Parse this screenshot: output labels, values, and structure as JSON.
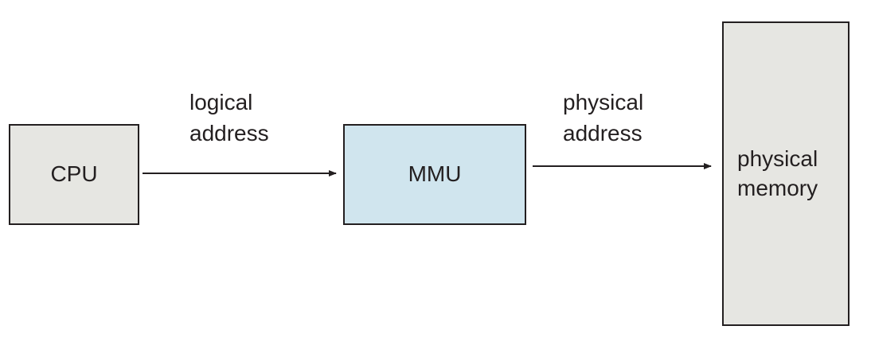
{
  "diagram": {
    "nodes": {
      "cpu": {
        "label": "CPU",
        "fill": "#e6e6e2"
      },
      "mmu": {
        "label": "MMU",
        "fill": "#d0e5ee"
      },
      "memory": {
        "label": "physical\nmemory",
        "fill": "#e6e6e2"
      }
    },
    "edges": [
      {
        "from": "cpu",
        "to": "mmu",
        "label": "logical\naddress"
      },
      {
        "from": "mmu",
        "to": "memory",
        "label": "physical\naddress"
      }
    ],
    "colors": {
      "stroke": "#231f20",
      "text": "#231f20",
      "background": "#ffffff"
    }
  }
}
